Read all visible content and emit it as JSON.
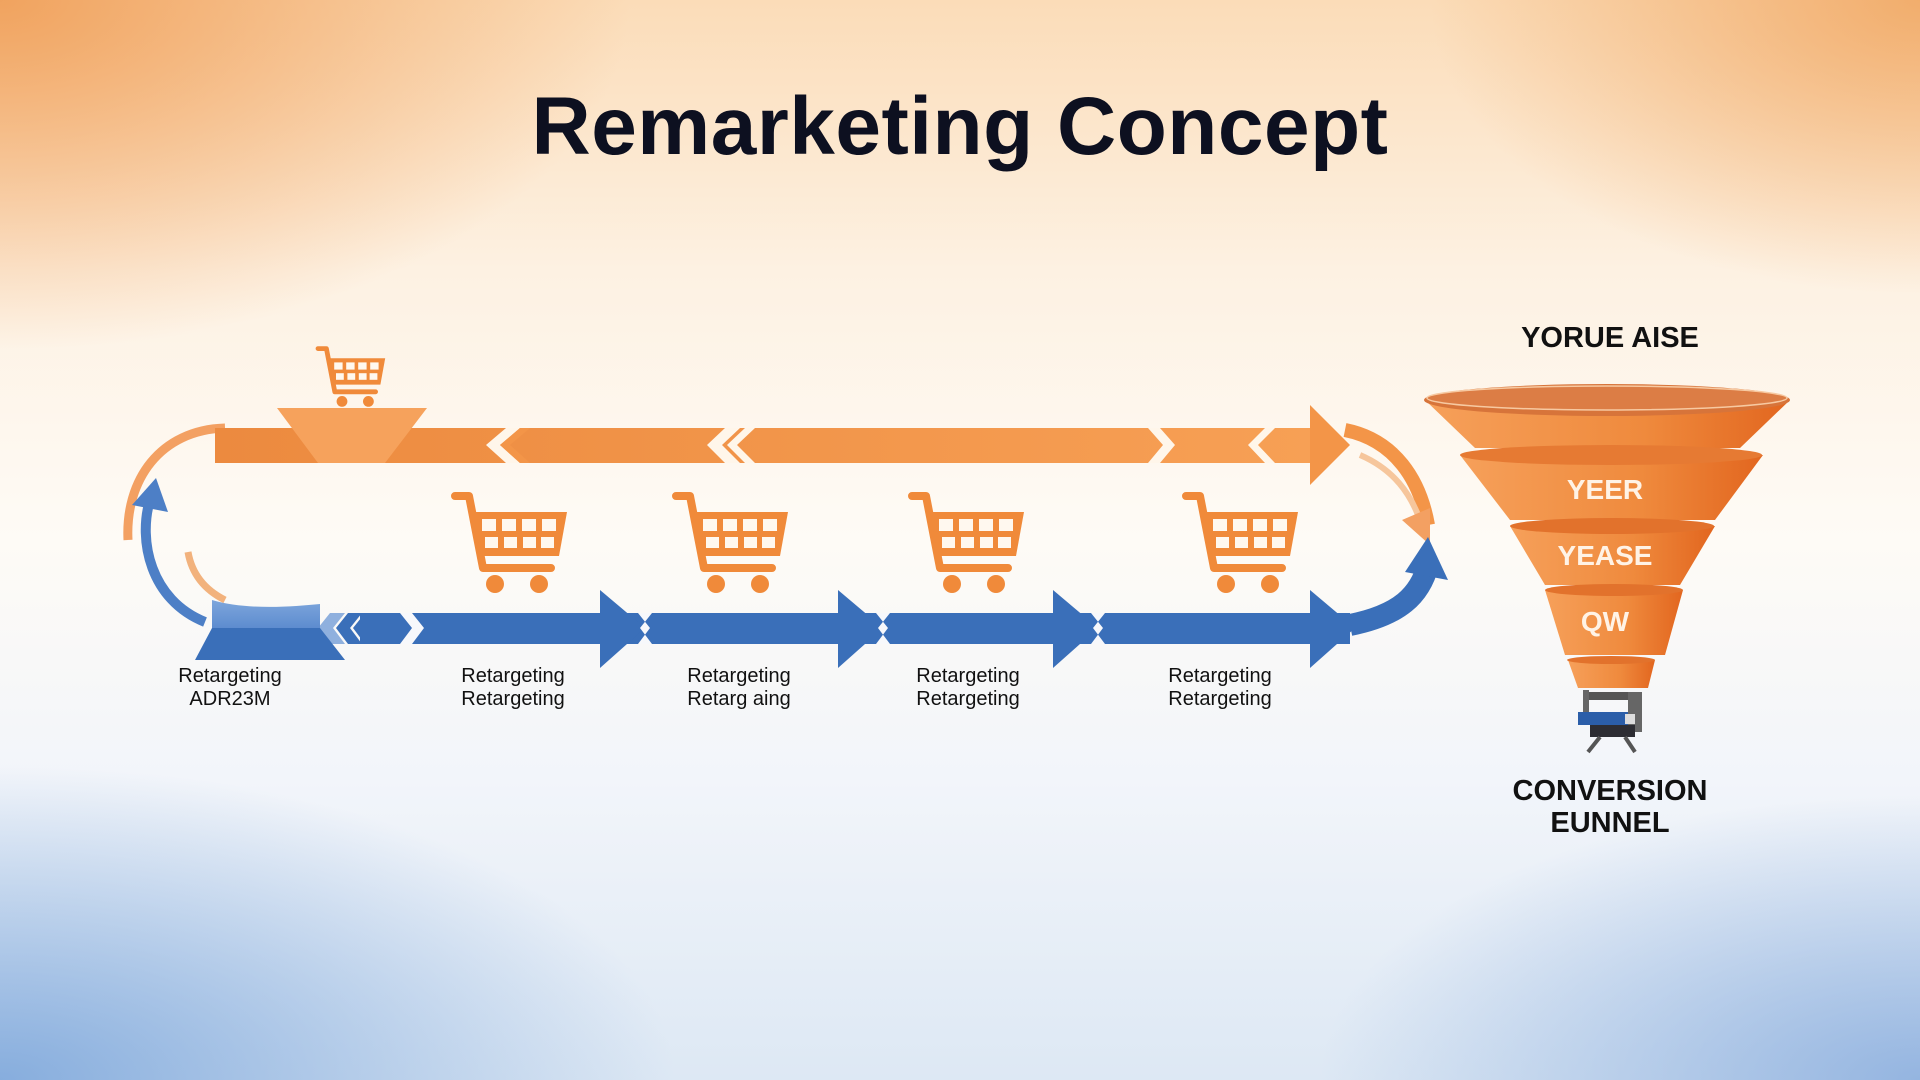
{
  "title": "Remarketing Concept",
  "colors": {
    "orange": "#f39548",
    "orange_dark": "#e8722c",
    "blue": "#3a6fb9",
    "blue_light": "#6f9bd6",
    "title_text": "#0d1020"
  },
  "flow": {
    "steps": [
      {
        "line1": "Retargeting",
        "line2": "ADR23M",
        "icon": "shopping-cart-icon"
      },
      {
        "line1": "Retargeting",
        "line2": "Retargeting",
        "icon": "shopping-cart-icon"
      },
      {
        "line1": "Retargeting",
        "line2": "Retarg aing",
        "icon": "shopping-cart-icon"
      },
      {
        "line1": "Retargeting",
        "line2": "Retargeting",
        "icon": "shopping-cart-icon"
      },
      {
        "line1": "Retargeting",
        "line2": "Retargeting",
        "icon": "shopping-cart-icon"
      }
    ],
    "top_track": "orange-arrow-track",
    "bottom_track": "blue-arrow-track"
  },
  "funnel": {
    "heading": "YORUE AISE",
    "levels": [
      "",
      "YEER",
      "YEASE",
      "QW",
      ""
    ],
    "footer_line1": "CONVERSION",
    "footer_line2": "EUNNEL",
    "base_icon": "person-at-desk-icon"
  }
}
